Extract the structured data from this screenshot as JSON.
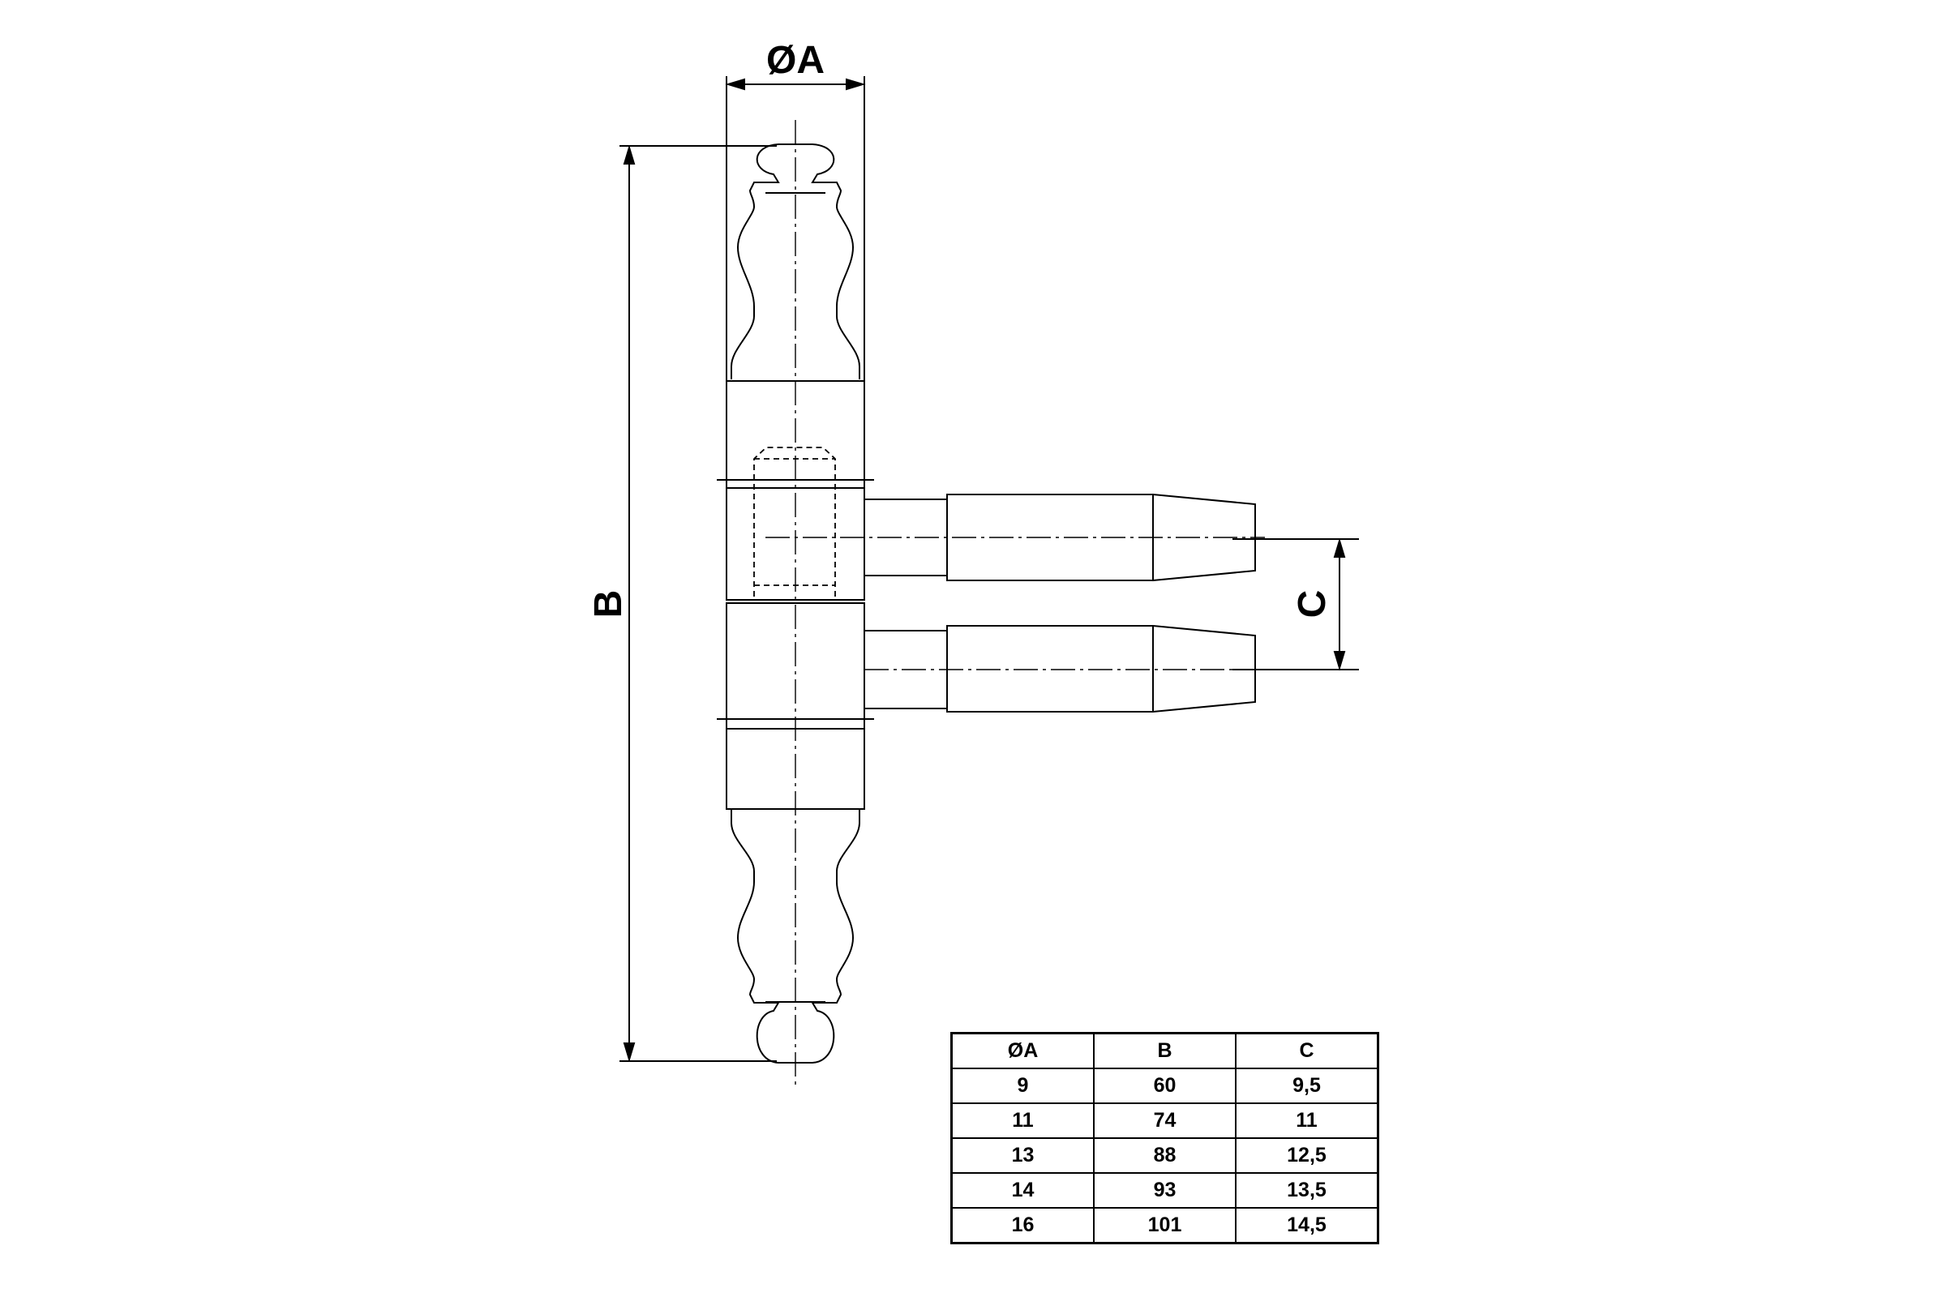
{
  "dimension_labels": {
    "diameter": "ØA",
    "length": "B",
    "offset": "C"
  },
  "table": {
    "headers": [
      "ØA",
      "B",
      "C"
    ],
    "rows": [
      [
        "9",
        "60",
        "9,5"
      ],
      [
        "11",
        "74",
        "11"
      ],
      [
        "13",
        "88",
        "12,5"
      ],
      [
        "14",
        "93",
        "13,5"
      ],
      [
        "16",
        "101",
        "14,5"
      ]
    ]
  },
  "colors": {
    "line": "#000000",
    "background": "#ffffff"
  }
}
